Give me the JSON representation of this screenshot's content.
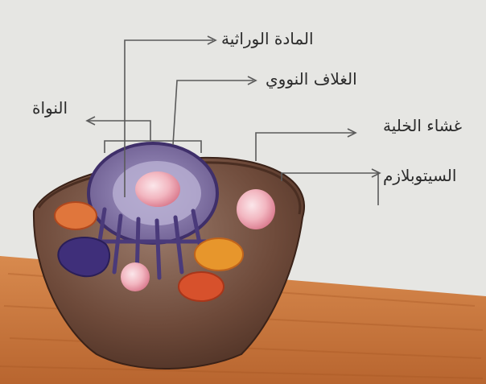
{
  "labels": {
    "genetic_material": "المادة الوراثية",
    "nuclear_envelope": "الغلاف النووي",
    "nucleus": "النواة",
    "cell_membrane": "غشاء الخلية",
    "cytoplasm": "السيتوبلازم"
  },
  "colors": {
    "paper": "#e6e6e3",
    "table": "#c9763f",
    "cell_body": "#6e4a3a",
    "nucleus": "#6a5a8e",
    "nucleolus": "#f2b6c0",
    "organelle_orange": "#e0763c",
    "organelle_purple": "#3f2f7a",
    "pencil": "#5a5a5a"
  }
}
